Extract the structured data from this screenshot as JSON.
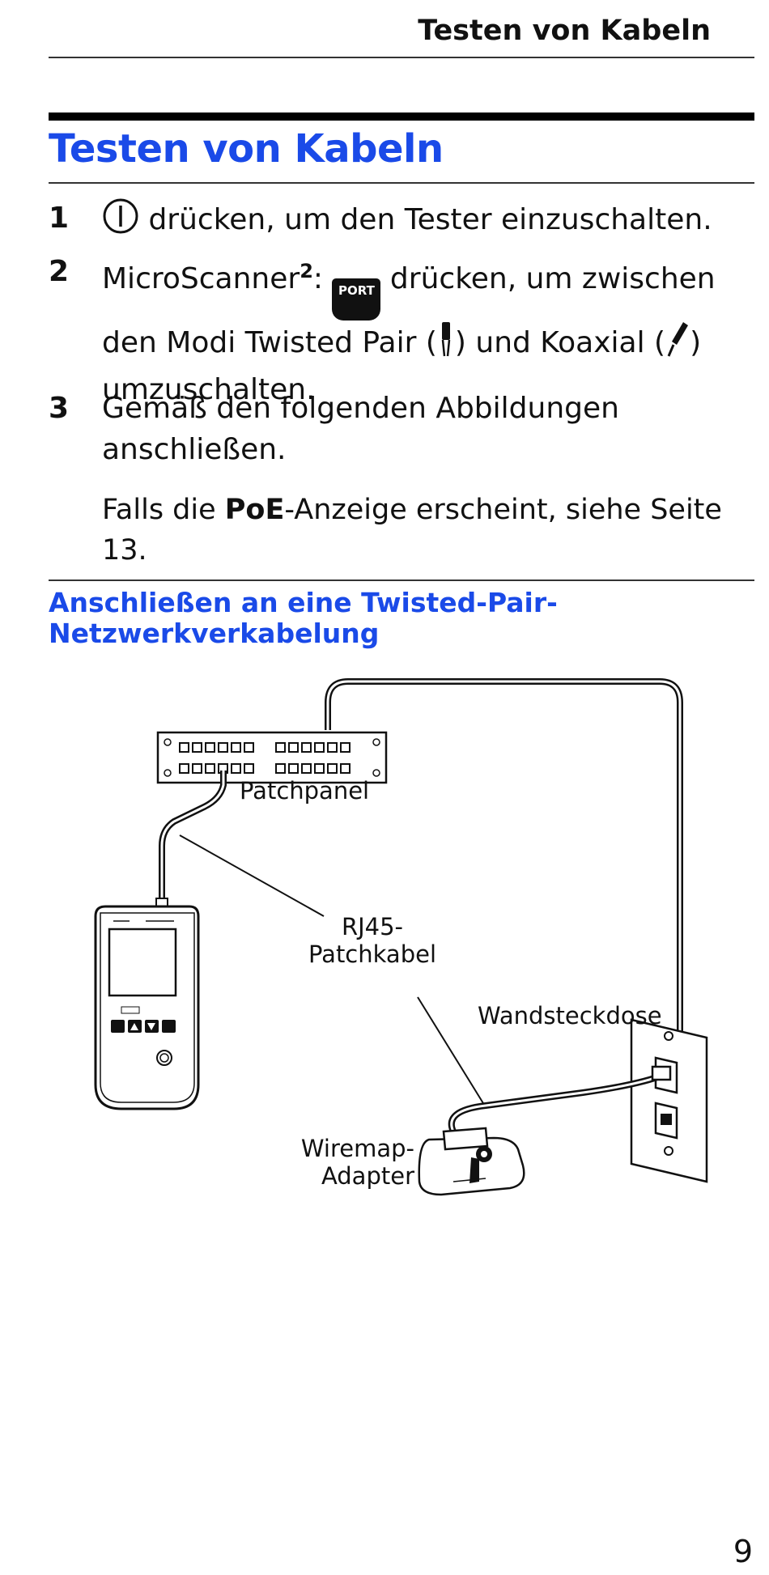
{
  "running_head": "Testen von Kabeln",
  "title": "Testen von Kabeln",
  "steps": [
    {
      "num": "1",
      "text": "drücken, um den Tester einzuschalten.",
      "icon": "power-icon"
    },
    {
      "num": "2",
      "prefix": "MicroScanner",
      "sup": "2",
      "colon": ":",
      "key_label": "PORT",
      "line1_rest": " drücken, um zwischen",
      "line2a": "den Modi Twisted Pair (",
      "line2b": ") und Koaxial (",
      "line2c": ")",
      "line3": "umzuschalten.",
      "icons": [
        "twisted-pair-icon",
        "coax-icon"
      ]
    },
    {
      "num": "3",
      "line1": "Gemäß den folgenden Abbildungen",
      "line2": "anschließen."
    }
  ],
  "note": {
    "pre": "Falls die ",
    "bold": "PoE",
    "post": "-Anzeige erscheint, siehe Seite 13."
  },
  "subtitle_line1": "Anschließen an eine Twisted-Pair-",
  "subtitle_line2": "Netzwerkverkabelung",
  "diagram": {
    "patchpanel": "Patchpanel",
    "rj45_line1": "RJ45-",
    "rj45_line2": "Patchkabel",
    "wall": "Wandsteckdose",
    "wiremap_line1": "Wiremap-",
    "wiremap_line2": "Adapter"
  },
  "page_number": "9"
}
